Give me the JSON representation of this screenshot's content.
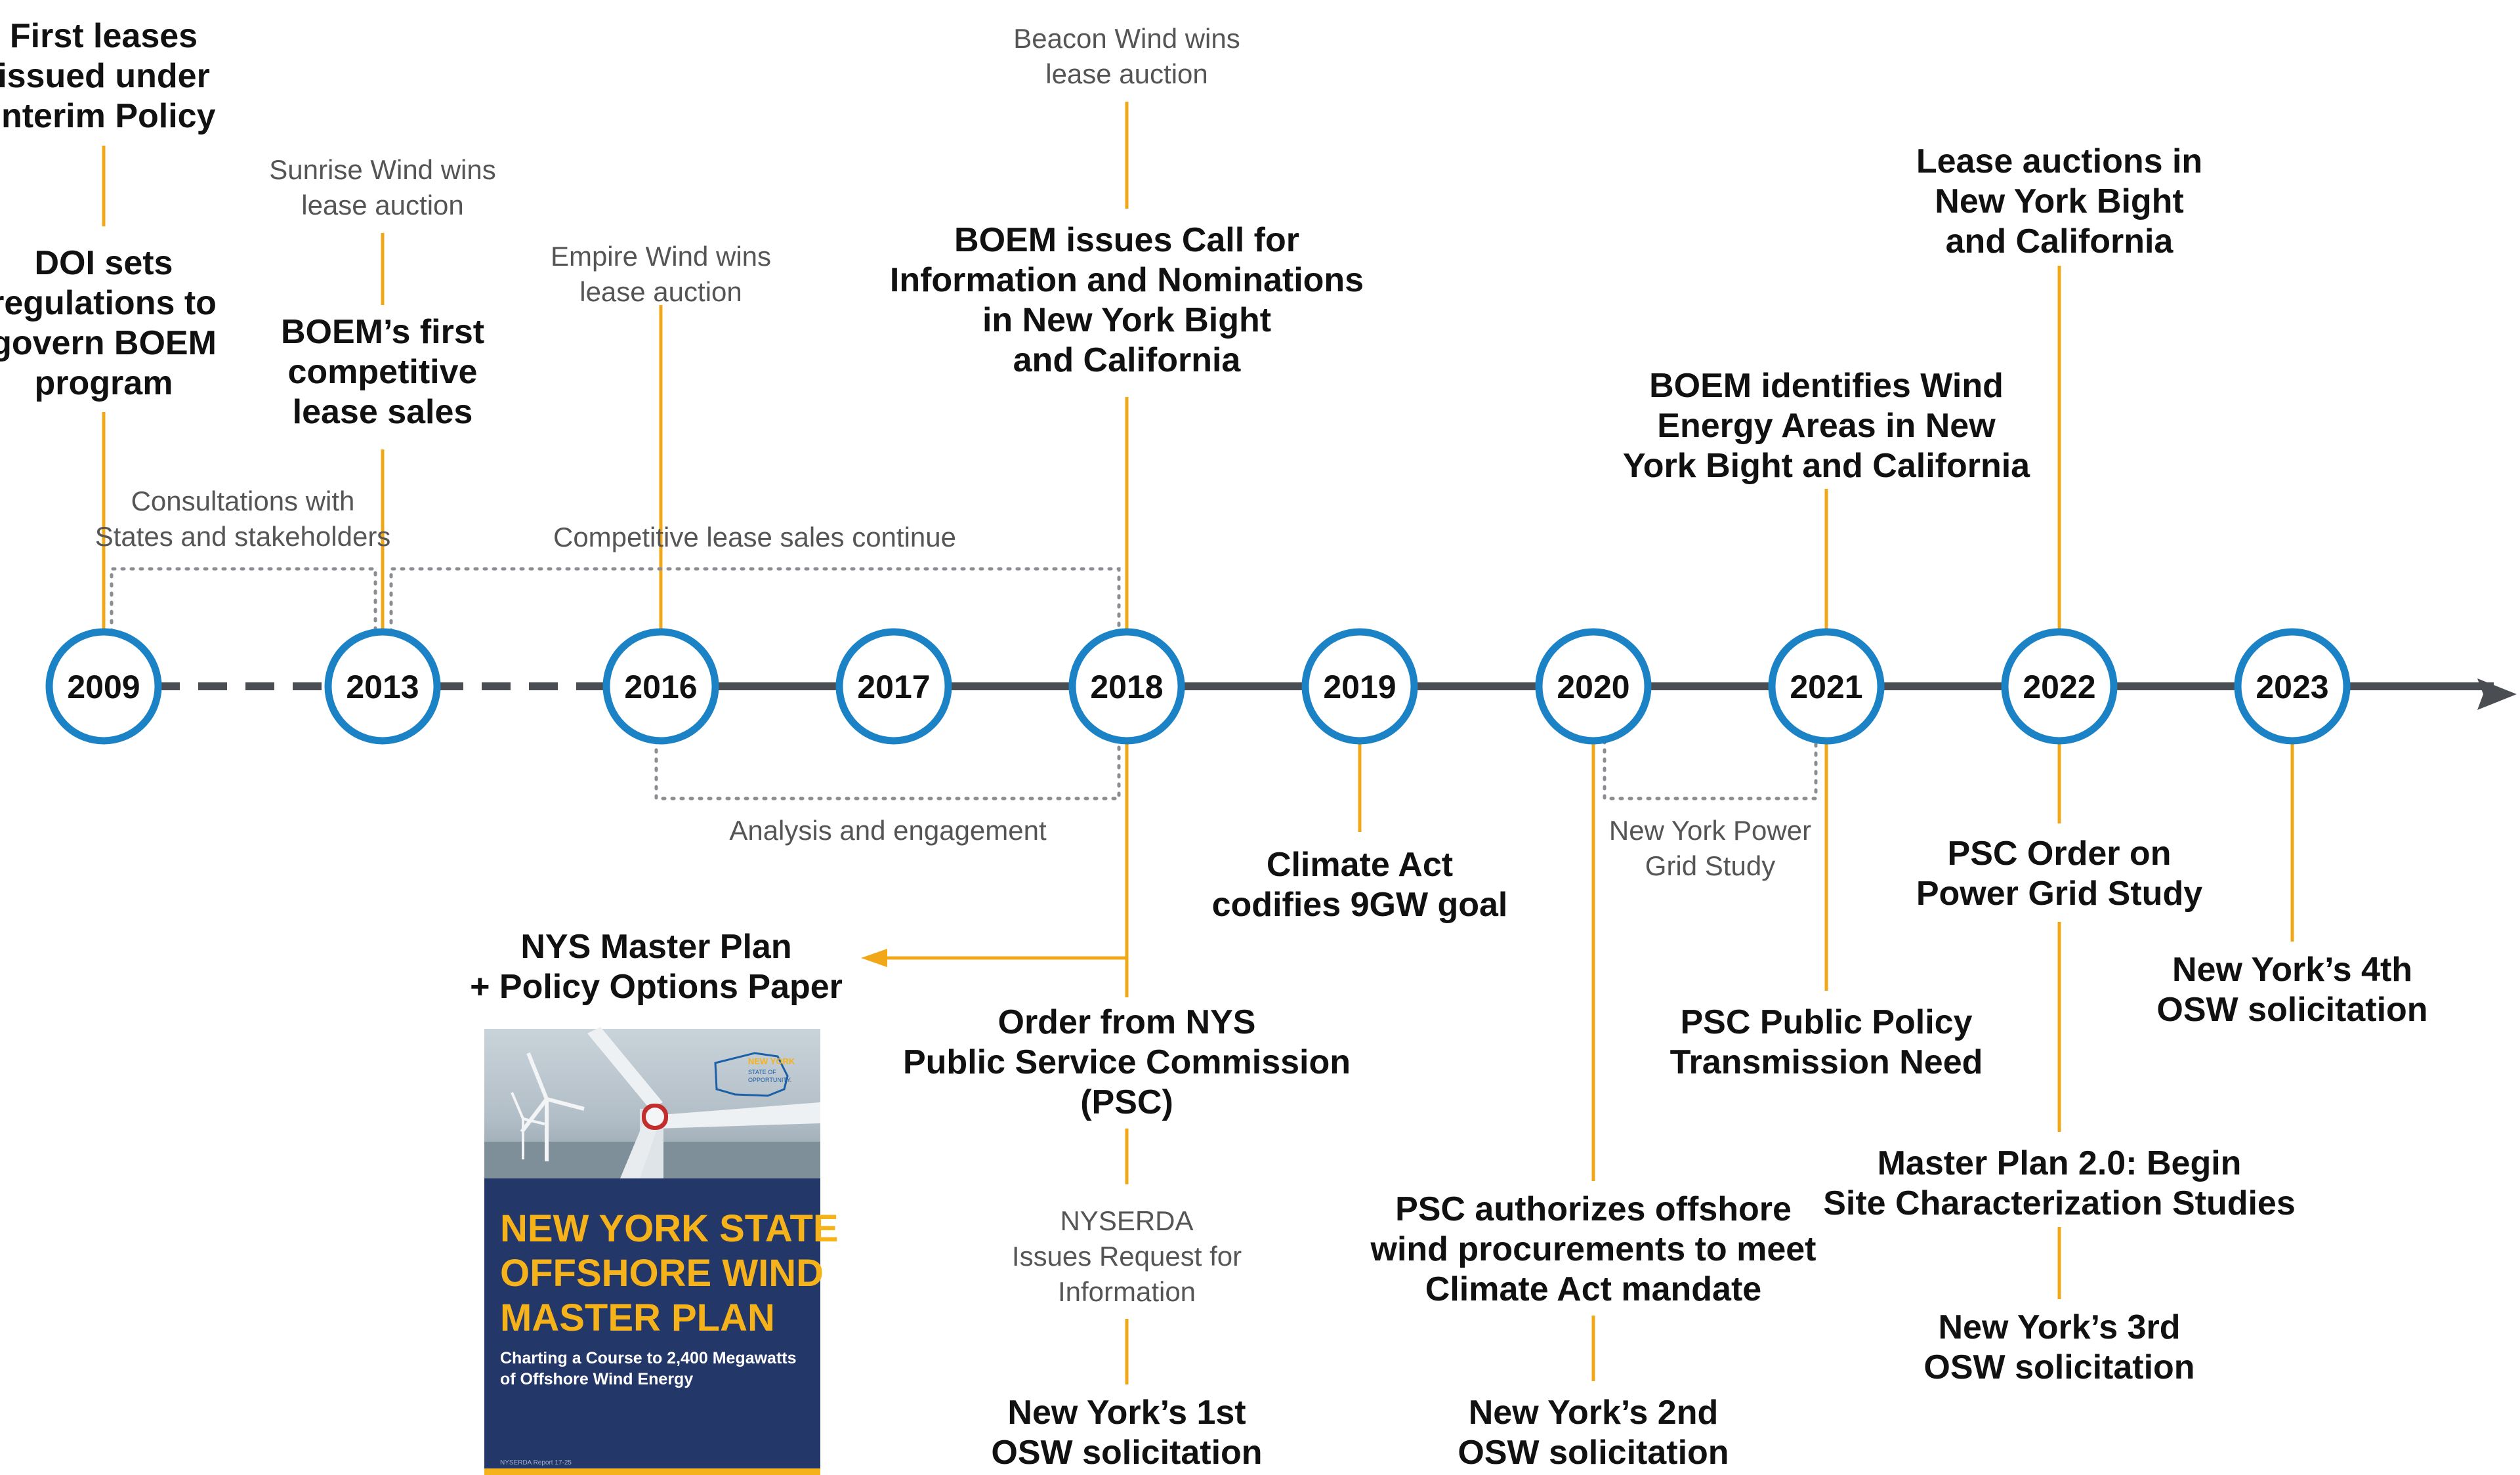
{
  "colors": {
    "accent": "#f0a818",
    "circle": "#1b82c5",
    "axis": "#4a4d52",
    "connector": "#8a8d92",
    "text_bold": "#111111",
    "text_thin": "#555555",
    "cover_navy": "#233768",
    "cover_gold": "#f5b21a"
  },
  "years": [
    "2009",
    "2013",
    "2016",
    "2017",
    "2018",
    "2019",
    "2020",
    "2021",
    "2022",
    "2023"
  ],
  "events": {
    "first_leases": "First leases issued under Interim Policy",
    "doi_regulations": "DOI sets regulations to govern BOEM program",
    "sunrise_wind": "Sunrise Wind wins lease auction",
    "boem_first_sales": "BOEM’s first competitive lease sales",
    "empire_wind": "Empire Wind wins lease auction",
    "beacon_wind": "Beacon Wind wins lease auction",
    "boem_call": "BOEM issues Call for Information and Nominations in New York Bight and California",
    "boem_wea": "BOEM identifies Wind Energy Areas in New York Bight and California",
    "lease_auctions": "Lease auctions in New York Bight and California",
    "consultations": "Consultations with States and stakeholders",
    "competitive_continue": "Competitive lease sales continue",
    "analysis_engagement": "Analysis and engagement",
    "power_grid_study": "New York Power Grid Study",
    "climate_act": "Climate Act codifies 9GW goal",
    "master_plan_paper": "NYS Master Plan + Policy Options Paper",
    "order_psc": "Order from NYS Public Service Commission (PSC)",
    "nyserda_rfi": "NYSERDA Issues Request for Information",
    "solicitation_1": "New York’s 1st OSW solicitation",
    "psc_authorizes": "PSC authorizes offshore wind procurements to meet Climate Act mandate",
    "solicitation_2": "New York’s 2nd OSW solicitation",
    "psc_transmission": "PSC Public Policy Transmission Need",
    "psc_order_grid": "PSC Order on Power Grid Study",
    "master_plan_2": "Master Plan 2.0: Begin Site Characterization Studies",
    "solicitation_3": "New York’s 3rd OSW solicitation",
    "solicitation_4": "New York’s 4th OSW solicitation"
  },
  "cover": {
    "logo_line1": "NEW YORK",
    "logo_line2": "STATE OF",
    "logo_line3": "OPPORTUNITY.",
    "title": "NEW YORK STATE OFFSHORE WIND MASTER PLAN",
    "subtitle": "Charting a Course to 2,400 Megawatts of Offshore Wind Energy",
    "report_no": "NYSERDA Report 17-25"
  }
}
